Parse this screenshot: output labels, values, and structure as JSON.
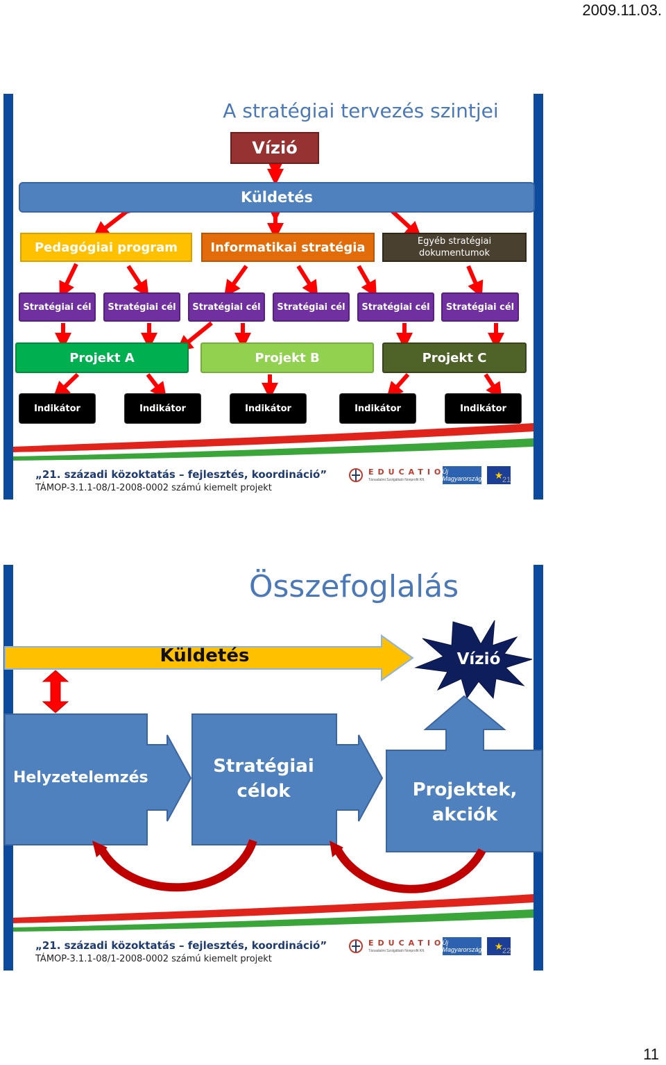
{
  "header": {
    "date": "2009.11.03.",
    "page_number": "11"
  },
  "slide1": {
    "title": "A stratégiai tervezés szintjei",
    "vizio": "Vízió",
    "kuldetes": "Küldetés",
    "level2": [
      "Pedagógiai program",
      "Informatikai stratégia",
      "Egyéb stratégiai dokumentumok"
    ],
    "strategic_goals": [
      "Stratégiai cél",
      "Stratégiai cél",
      "Stratégiai cél",
      "Stratégiai cél",
      "Stratégiai cél",
      "Stratégiai cél"
    ],
    "projects": [
      "Projekt A",
      "Projekt B",
      "Projekt C"
    ],
    "indicators": [
      "Indikátor",
      "Indikátor",
      "Indikátor",
      "Indikátor",
      "Indikátor"
    ],
    "footer_title": "„21. századi közoktatás – fejlesztés, koordináció”",
    "footer_sub": "TÁMOP-3.1.1-08/1-2008-0002 számú kiemelt projekt",
    "slide_number": "21"
  },
  "slide2": {
    "title": "Összefoglalás",
    "kuldetes": "Küldetés",
    "vizio": "Vízió",
    "helyzetelemzes": "Helyzetelemzés",
    "strategiai_celok": "Stratégiai célok",
    "projektek": "Projektek, akciók",
    "footer_title": "„21. századi közoktatás – fejlesztés, koordináció”",
    "footer_sub": "TÁMOP-3.1.1-08/1-2008-0002 számú kiemelt projekt",
    "slide_number": "22"
  },
  "logos": {
    "educatio": "EDUCATIO",
    "educatio_sub": "Társadalmi Szolgáltató Nonprofit Kft.",
    "uj_magyarorszag": "Új Magyarország"
  },
  "colors": {
    "accent_blue": "#4e81bd",
    "purple": "#7030a0",
    "dark_red": "#963232",
    "yellow": "#ffc000",
    "orange": "#e36c0a",
    "green_dark": "#00b050",
    "green_light": "#92d050",
    "olive": "#4f6228",
    "red_arrow": "#ff0000"
  }
}
